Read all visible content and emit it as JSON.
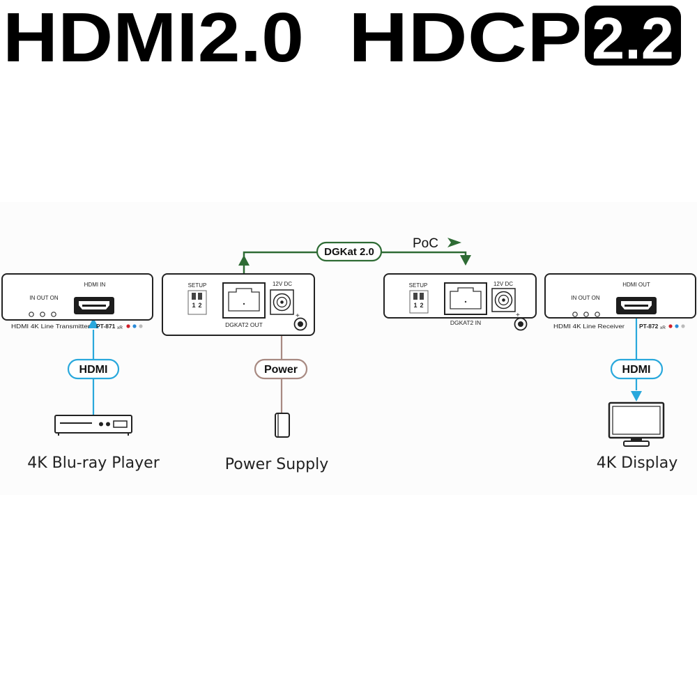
{
  "banner": {
    "hdmi_title": "HDMI2.0",
    "hdcp_title": "HDCP",
    "hdcp_version": "2.2"
  },
  "diagram": {
    "link": {
      "label": "DGKat 2.0",
      "poc_label": "PoC"
    },
    "transmitter_front": {
      "port_label": "HDMI IN",
      "leds_label": "IN OUT ON",
      "device_name": "HDMI 4K Line Transmitter",
      "model": "PT-871",
      "model_suffix": "xR"
    },
    "transmitter_rear": {
      "setup_label": "SETUP",
      "dc_label": "12V DC",
      "port_label": "DGKAT2 OUT",
      "dip_labels": [
        "1",
        "2"
      ]
    },
    "receiver_rear": {
      "setup_label": "SETUP",
      "dc_label": "12V DC",
      "port_label": "DGKAT2 IN",
      "dip_labels": [
        "1",
        "2"
      ]
    },
    "receiver_front": {
      "port_label": "HDMI OUT",
      "leds_label": "IN OUT ON",
      "device_name": "HDMI 4K Line Receiver",
      "model": "PT-872",
      "model_suffix": "xR"
    },
    "hdmi_in_cable": {
      "label": "HDMI"
    },
    "power_cable": {
      "label": "Power"
    },
    "hdmi_out_cable": {
      "label": "HDMI"
    },
    "source": {
      "caption": "4K Blu-ray Player"
    },
    "power_supply": {
      "caption": "Power Supply"
    },
    "display": {
      "caption": "4K Display"
    },
    "colors": {
      "link_green": "#2e6b34",
      "hdmi_blue": "#29a8dc",
      "power_brown": "#a88a82",
      "box_border": "#222222"
    }
  }
}
